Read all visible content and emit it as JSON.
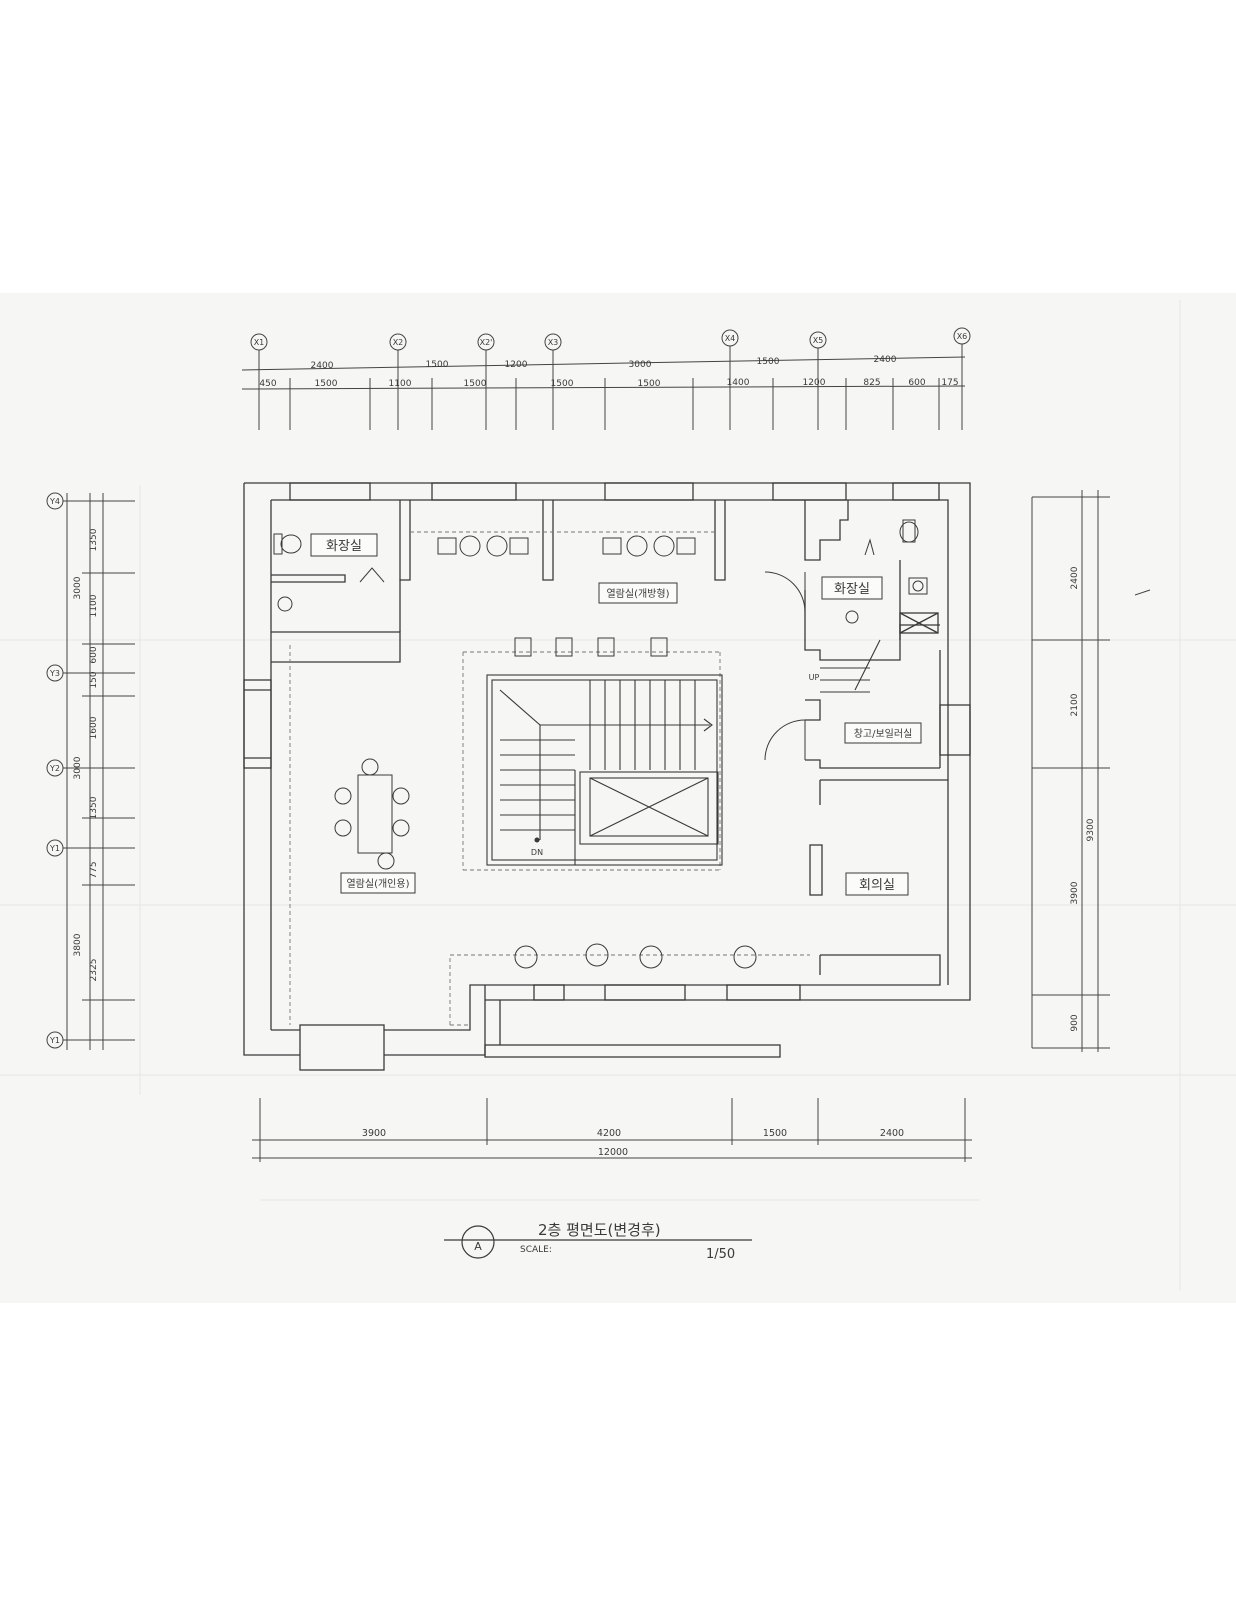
{
  "drawing": {
    "title": "2층  평면도(변경후)",
    "scale_label": "SCALE:",
    "scale_value": "1/50",
    "symbol": "A"
  },
  "grids": {
    "x": [
      "X1",
      "X2",
      "X2'",
      "X3",
      "X4",
      "X5",
      "X6"
    ],
    "y": [
      "Y4",
      "Y3",
      "Y2",
      "Y1",
      "Y1"
    ]
  },
  "top_dims": {
    "overall": [
      "2400",
      "1500",
      "1200",
      "3000",
      "1500",
      "2400"
    ],
    "detail": [
      "450",
      "1500",
      "1100",
      "1500",
      "1500",
      "1500",
      "1400",
      "1200",
      "825",
      "600",
      "175"
    ]
  },
  "bottom_dims": {
    "segments": [
      "3900",
      "4200",
      "1500",
      "2400"
    ],
    "total": "12000"
  },
  "left_dims": {
    "overall": [
      "3000",
      "3000",
      "3800"
    ],
    "detail": [
      "1350",
      "1100",
      "600",
      "150",
      "1600",
      "1350",
      "775",
      "2325"
    ]
  },
  "right_dims": {
    "segments": [
      "2400",
      "2100",
      "3900",
      "900"
    ],
    "total": "9300"
  },
  "rooms": {
    "wc_left": "화장실",
    "wc_right": "화장실",
    "reading_rear": "열람실(개방형)",
    "reading_group": "열람실(개인용)",
    "storage": "창고/보일러실",
    "meeting": "회의실"
  },
  "stairs": {
    "up": "UP",
    "down": "DN"
  }
}
